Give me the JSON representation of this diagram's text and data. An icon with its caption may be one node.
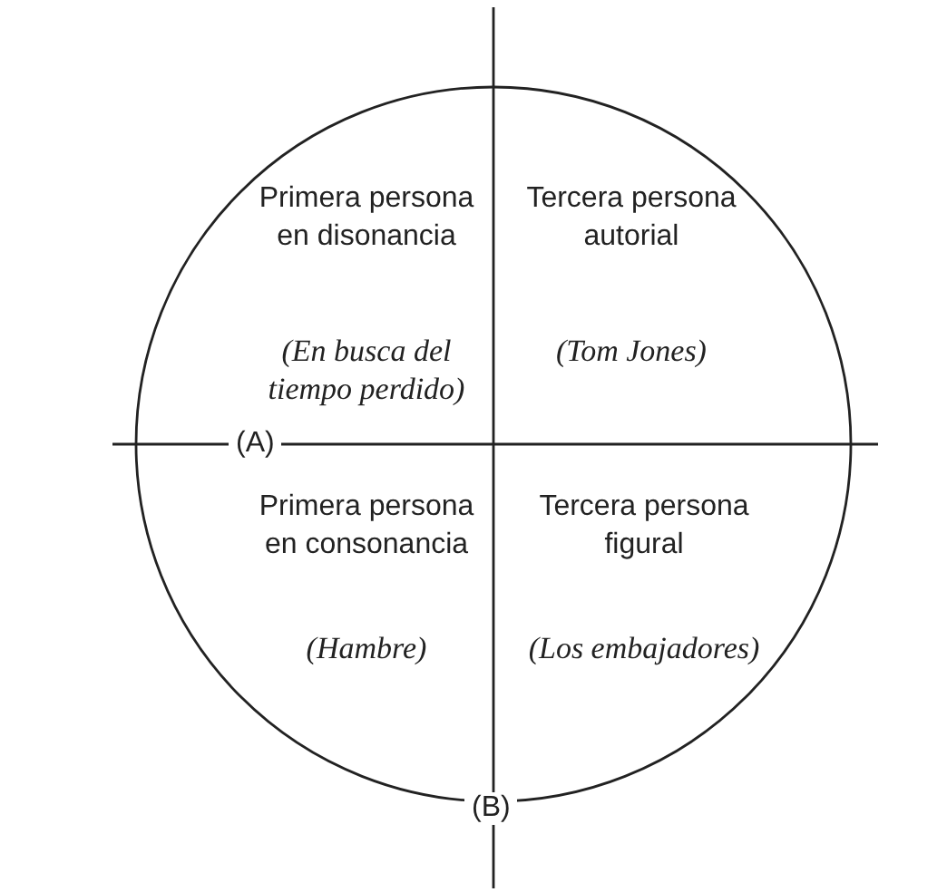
{
  "diagram": {
    "nodes": [
      {
        "text": [],
        "shape": "circle"
      },
      {
        "text": [
          "Primera persona en disonancia",
          "(En busca del tiempo perdido)"
        ],
        "in": 0
      },
      {
        "text": [
          "Tercera persona autorial",
          "(Tom Jones)"
        ],
        "in": 0
      },
      {
        "text": [
          "Primera persona en consonancia",
          "(Hambre)"
        ],
        "in": 0
      },
      {
        "text": [
          "Tercera persona figural",
          "(Los embajadores)"
        ],
        "in": 0
      }
    ],
    "labels": [
      "(A)",
      "(B)"
    ]
  }
}
